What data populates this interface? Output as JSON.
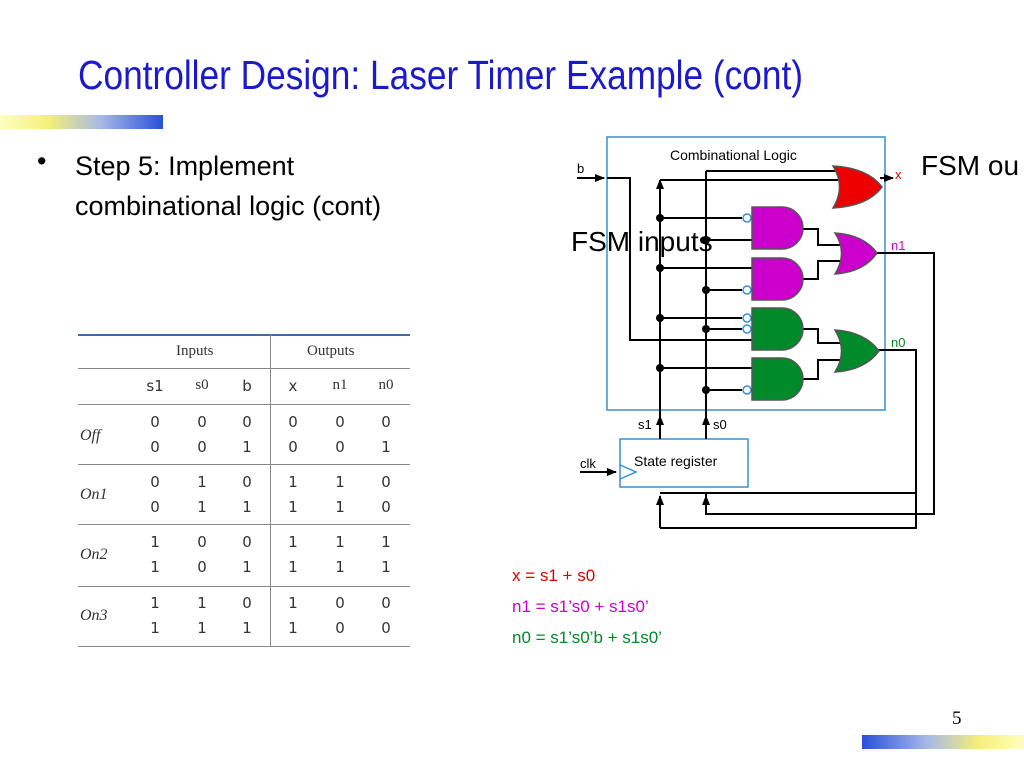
{
  "slide": {
    "title": "Controller Design: Laser Timer Example (cont)",
    "bullet_symbol": "•",
    "bullet_lines": [
      "Step 5: Implement",
      "combinational logic (cont)"
    ],
    "page_number": "5"
  },
  "truth_table": {
    "group_headers": [
      "Inputs",
      "Outputs"
    ],
    "columns": [
      "s1",
      "s0",
      "b",
      "x",
      "n1",
      "n0"
    ],
    "groups": [
      {
        "state": "Off",
        "rows": [
          [
            "0",
            "0",
            "0",
            "0",
            "0",
            "0"
          ],
          [
            "0",
            "0",
            "1",
            "0",
            "0",
            "1"
          ]
        ]
      },
      {
        "state": "On1",
        "rows": [
          [
            "0",
            "1",
            "0",
            "1",
            "1",
            "0"
          ],
          [
            "0",
            "1",
            "1",
            "1",
            "1",
            "0"
          ]
        ]
      },
      {
        "state": "On2",
        "rows": [
          [
            "1",
            "0",
            "0",
            "1",
            "1",
            "1"
          ],
          [
            "1",
            "0",
            "1",
            "1",
            "1",
            "1"
          ]
        ]
      },
      {
        "state": "On3",
        "rows": [
          [
            "1",
            "1",
            "0",
            "1",
            "0",
            "0"
          ],
          [
            "1",
            "1",
            "1",
            "1",
            "0",
            "0"
          ]
        ]
      }
    ]
  },
  "diagram": {
    "comb_logic_label": "Combinational Logic",
    "input_b": "b",
    "output_x": "x",
    "output_n1": "n1",
    "output_n0": "n0",
    "fsm_outputs_label": "FSM ou",
    "fsm_inputs_label": "FSM inputs",
    "s1_label": "s1",
    "s0_label": "s0",
    "clk_label": "clk",
    "state_register_label": "State register",
    "colors": {
      "x_gate": "#ee0000",
      "n1_gates": "#cc00cc",
      "n0_gates": "#008a2a",
      "box": "#3a8fd0"
    }
  },
  "equations": [
    {
      "text": "x = s1 + s0",
      "color": "#e00000"
    },
    {
      "text": "n1 = s1’s0 + s1s0’",
      "color": "#cc00cc"
    },
    {
      "text": "n0 = s1’s0’b + s1s0’",
      "color": "#008a2a"
    }
  ]
}
